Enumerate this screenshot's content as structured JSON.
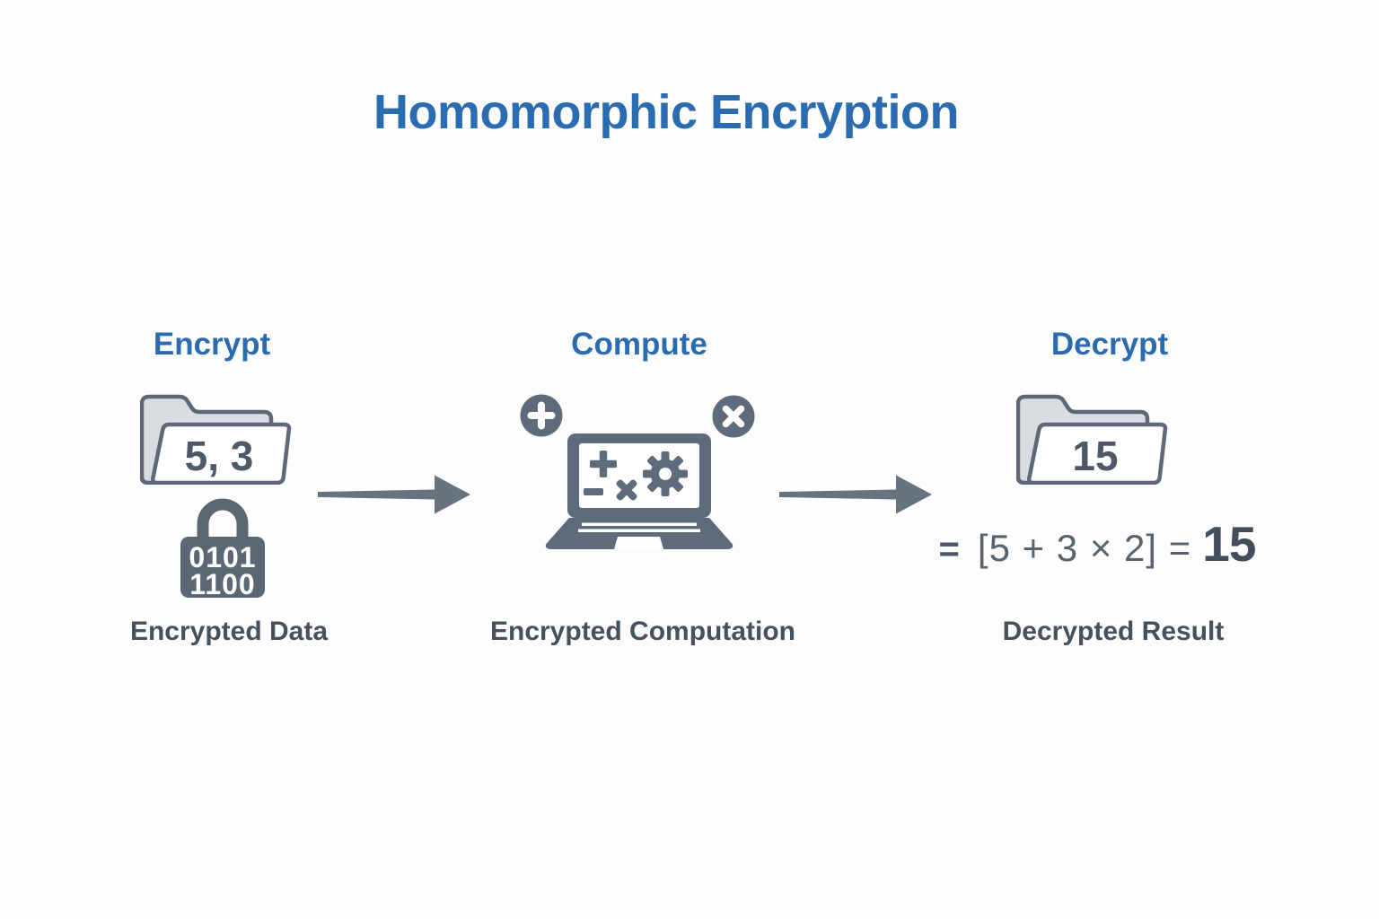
{
  "title": "Homomorphic Encryption",
  "colors": {
    "accent_blue": "#2b6cb0",
    "icon_slate": "#5e6b7a",
    "lock_slate": "#5b6773",
    "label_slate": "#46515e",
    "folder_back_fill": "#d9dce0",
    "arrow_gray": "#67737f",
    "background": "#fdfdfe"
  },
  "icons": {
    "plus_badge": "+",
    "multiply_badge": "×",
    "screen_plus": "+",
    "screen_minus": "−",
    "screen_multiply": "×",
    "screen_gear": "⚙",
    "arrow_right": "→",
    "folder": "open-folder",
    "lock": "padlock"
  },
  "stages": {
    "encrypt": {
      "heading": "Encrypt",
      "folder_value": "5, 3",
      "lock_lines": [
        "0101",
        "1100"
      ],
      "label": "Encrypted Data"
    },
    "compute": {
      "heading": "Compute",
      "label": "Encrypted Computation"
    },
    "decrypt": {
      "heading": "Decrypt",
      "folder_value": "15",
      "equation": {
        "lead": "=",
        "expr": "[5 + 3 × 2] =",
        "result": "15"
      },
      "label": "Decrypted Result"
    }
  }
}
